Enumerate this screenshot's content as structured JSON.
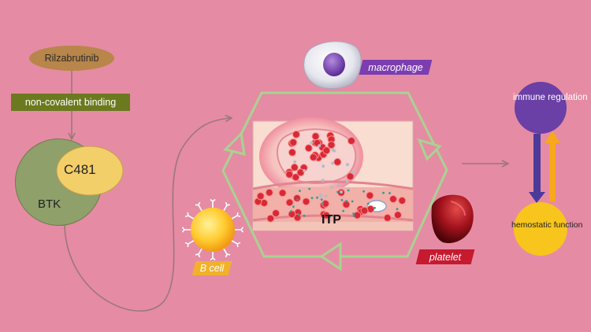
{
  "drug": {
    "label": "Rilzabrutinib"
  },
  "binding": {
    "label": "non-covalent binding"
  },
  "target": {
    "site_label": "C481",
    "kinase_label": "BTK"
  },
  "center": {
    "label": "ITP"
  },
  "cells": {
    "macrophage": "macrophage",
    "bcell": "B cell",
    "platelet": "platelet"
  },
  "outcomes": {
    "immune": "immune regulation",
    "hemostatic": "hemostatic function"
  },
  "colors": {
    "background": "#e68ba4",
    "drug_oval": "#b8864a",
    "binding_box": "#6b7a1e",
    "btk": "#8fa06b",
    "c481": "#f3cf6a",
    "cycle_arrows": "#a8d392",
    "connector": "#9a7878",
    "macrophage_tag": "#7c3db0",
    "bcell_tag": "#f1b12a",
    "platelet_tag": "#c61a2f",
    "immune_circle": "#6a3fa6",
    "hemostatic_circle": "#f7c51c",
    "down_arrow": "#4b3a99",
    "up_arrow": "#f7a81c"
  }
}
